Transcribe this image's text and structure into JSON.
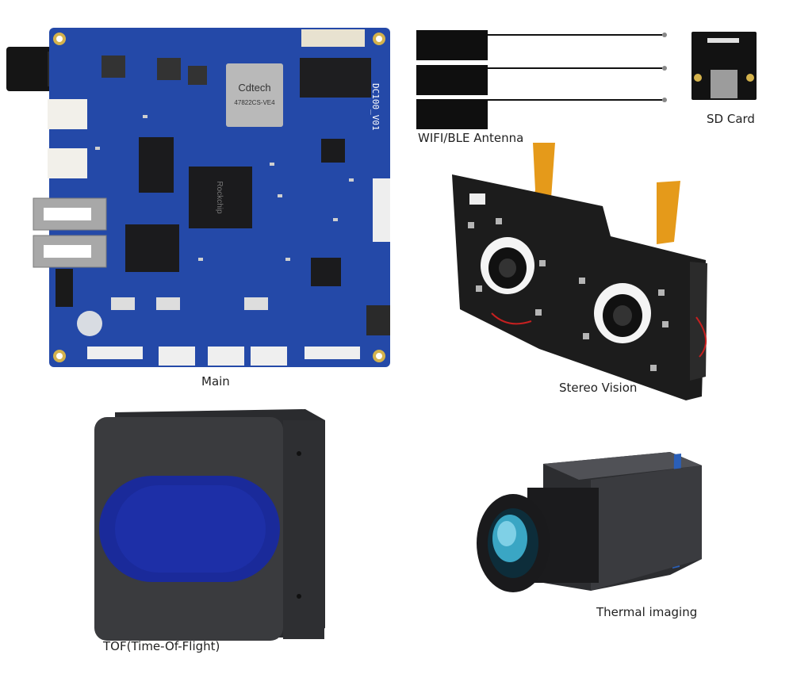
{
  "captions": {
    "main": "Main",
    "antenna": "WIFI/BLE Antenna",
    "sdcard": "SD Card",
    "stereo": "Stereo Vision",
    "tof": "TOF(Time-Of-Flight)",
    "thermal": "Thermal imaging"
  },
  "board": {
    "cpu_brand": "Rockchip",
    "wifi_brand": "Cdtech",
    "wifi_model": "47822CS-VE4",
    "board_name": "DC100_V01"
  },
  "colors": {
    "pcb_blue": "#2449a8",
    "tof_window": "#1a2a9a",
    "camera_body": "#3a3b3e",
    "flex_cable": "#e59a1a",
    "thermal_stripe": "#2a5fb8"
  }
}
